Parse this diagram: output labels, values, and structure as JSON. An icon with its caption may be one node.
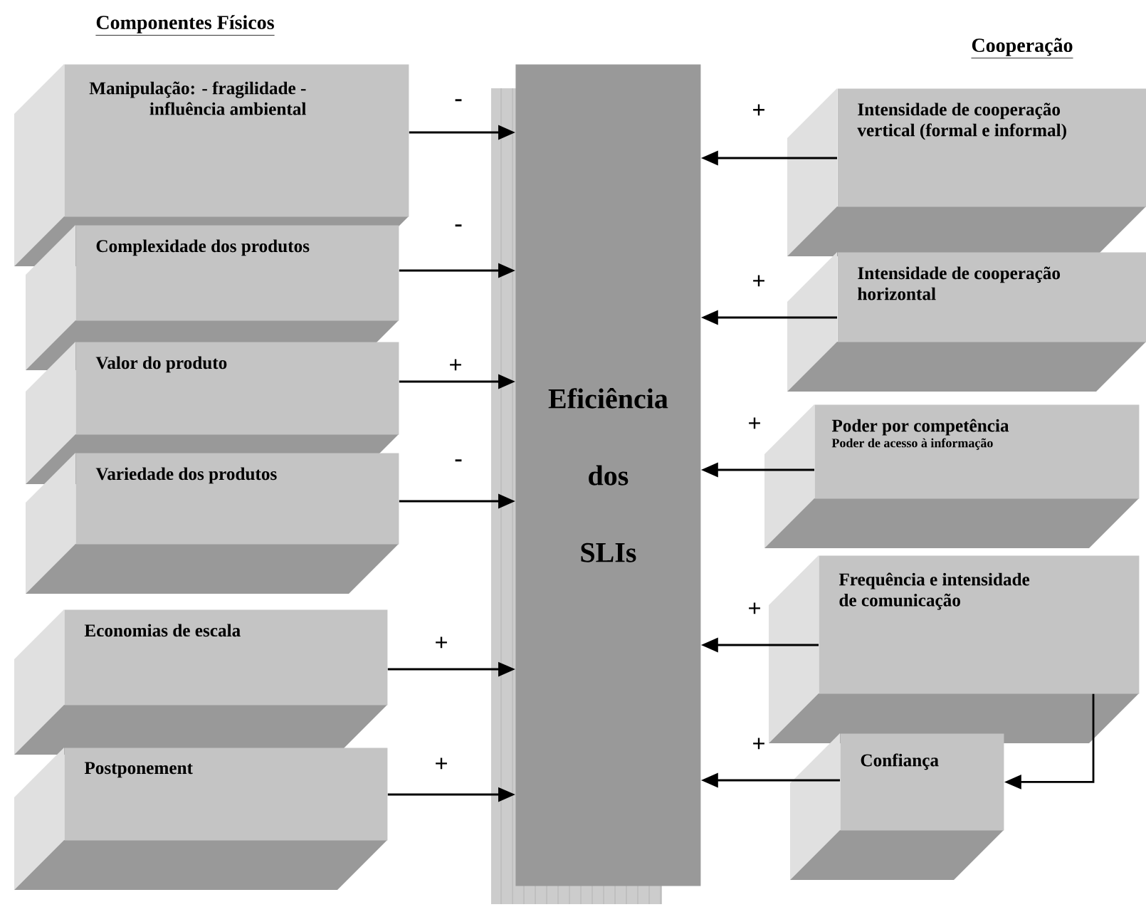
{
  "diagram": {
    "nodes": [
      {
        "text": [
          "Eficiência dos SLIs"
        ]
      },
      {
        "text": [
          "Manipulação: - fragilidade - influência ambiental"
        ]
      },
      {
        "text": [
          "Complexidade dos produtos"
        ]
      },
      {
        "text": [
          "Valor do produto"
        ]
      },
      {
        "text": [
          "Variedade dos produtos"
        ]
      },
      {
        "text": [
          "Economias de escala"
        ]
      },
      {
        "text": [
          "Postponement"
        ]
      },
      {
        "text": [
          "Intensidade de cooperação vertical (formal e informal)"
        ]
      },
      {
        "text": [
          "Intensidade de cooperação horizontal"
        ]
      },
      {
        "text": [
          "Poder por competência",
          "Poder de acesso à informação"
        ]
      },
      {
        "text": [
          "Frequência e intensidade de comunicação"
        ]
      },
      {
        "text": [
          "Confiança"
        ]
      }
    ],
    "edges": [
      {
        "from": 1,
        "to": 0,
        "arrow": "to",
        "label": "-"
      },
      {
        "from": 2,
        "to": 0,
        "arrow": "to",
        "label": "-"
      },
      {
        "from": 3,
        "to": 0,
        "arrow": "to",
        "label": "+"
      },
      {
        "from": 4,
        "to": 0,
        "arrow": "to",
        "label": "-"
      },
      {
        "from": 5,
        "to": 0,
        "arrow": "to",
        "label": "+"
      },
      {
        "from": 6,
        "to": 0,
        "arrow": "to",
        "label": "+"
      },
      {
        "from": 7,
        "to": 0,
        "arrow": "to",
        "label": "+"
      },
      {
        "from": 8,
        "to": 0,
        "arrow": "to",
        "label": "+"
      },
      {
        "from": 9,
        "to": 0,
        "arrow": "to",
        "label": "+"
      },
      {
        "from": 10,
        "to": 0,
        "arrow": "to",
        "label": "+"
      },
      {
        "from": 11,
        "to": 0,
        "arrow": "to",
        "label": "+"
      },
      {
        "from": 10,
        "to": 11,
        "arrow": "to"
      }
    ],
    "labels": [
      "Componentes Físicos",
      "Cooperação"
    ]
  }
}
